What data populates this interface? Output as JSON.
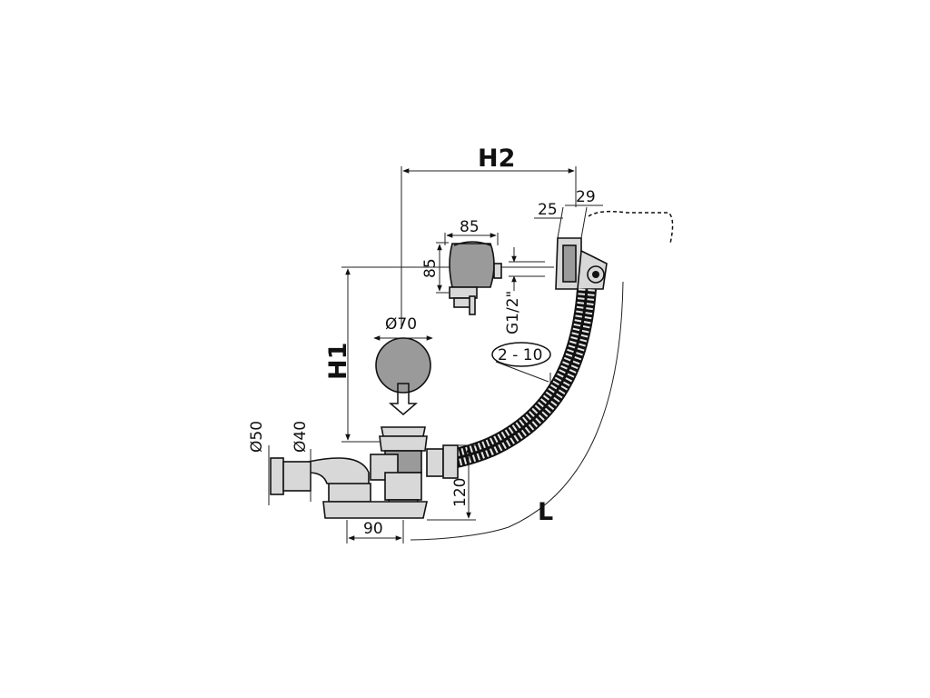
{
  "labels": {
    "h2": "H2",
    "h1": "H1",
    "l": "L",
    "dim_85_width": "85",
    "dim_85_height": "85",
    "dim_29": "29",
    "dim_25": "25",
    "dim_thread": "G1/2\"",
    "dim_diameter_70": "Ø70",
    "dim_range": "2 - 10",
    "dim_diameter_50": "Ø50",
    "dim_diameter_40": "Ø40",
    "dim_120": "120",
    "dim_90": "90"
  },
  "colors": {
    "line": "#111111",
    "fill_light": "#d8d8d8",
    "fill_dark": "#9a9a9a",
    "background": "#ffffff"
  }
}
